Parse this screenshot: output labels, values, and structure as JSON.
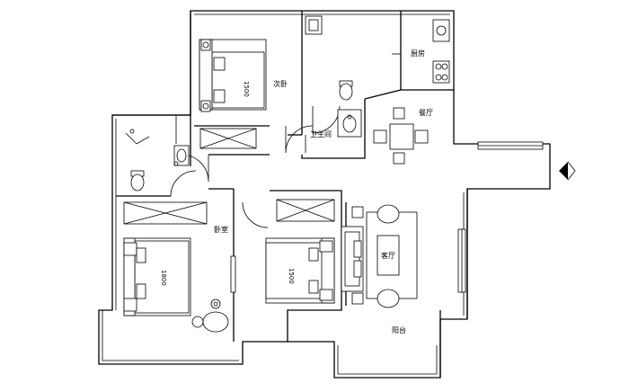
{
  "rooms": {
    "second_bedroom": "次卧",
    "kitchen": "厨房",
    "bathroom": "卫生间",
    "dining": "餐厅",
    "master_bedroom": "卧室",
    "living": "客厅",
    "balcony": "阳台"
  },
  "beds": {
    "second_bed_size": "1500",
    "master_bed_size": "1800",
    "middle_bed_size": "1500"
  }
}
